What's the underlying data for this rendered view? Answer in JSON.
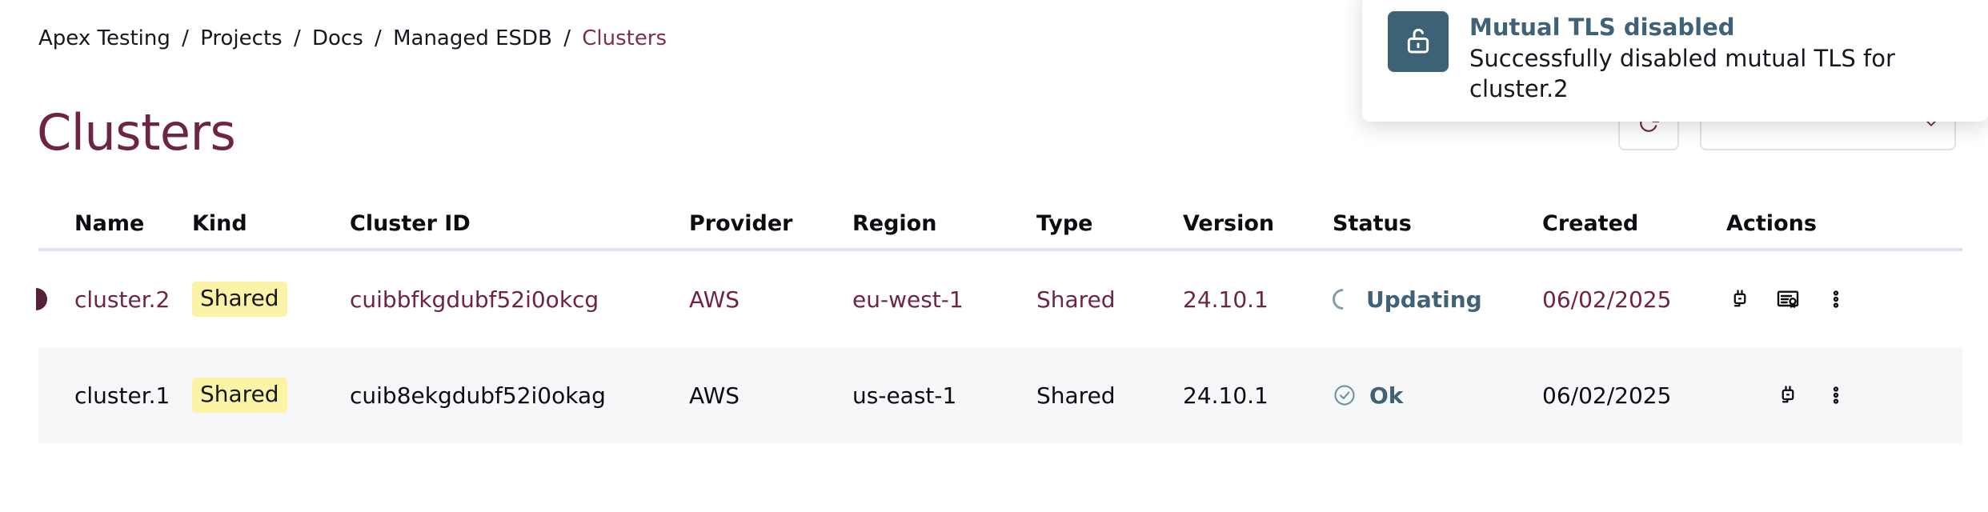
{
  "breadcrumb": {
    "separator": "/",
    "items": [
      {
        "label": "Apex Testing",
        "current": false
      },
      {
        "label": "Projects",
        "current": false
      },
      {
        "label": "Docs",
        "current": false
      },
      {
        "label": "Managed ESDB",
        "current": false
      },
      {
        "label": "Clusters",
        "current": true
      }
    ]
  },
  "page": {
    "title": "Clusters"
  },
  "toolbar": {
    "refresh_label": "",
    "filter_label": ""
  },
  "table": {
    "columns": [
      "Name",
      "Kind",
      "Cluster ID",
      "Provider",
      "Region",
      "Type",
      "Version",
      "Status",
      "Created",
      "Actions"
    ],
    "rows": [
      {
        "name": "cluster.2",
        "kind": "Shared",
        "cluster_id": "cuibbfkgdubf52i0okcg",
        "provider": "AWS",
        "region": "eu-west-1",
        "type": "Shared",
        "version": "24.10.1",
        "status": "Updating",
        "status_icon": "spinner-icon",
        "created": "06/02/2025",
        "highlighted": true,
        "actions": [
          "plug-icon",
          "certificate-icon",
          "more-vertical-icon"
        ]
      },
      {
        "name": "cluster.1",
        "kind": "Shared",
        "cluster_id": "cuib8ekgdubf52i0okag",
        "provider": "AWS",
        "region": "us-east-1",
        "type": "Shared",
        "version": "24.10.1",
        "status": "Ok",
        "status_icon": "check-circle-icon",
        "created": "06/02/2025",
        "highlighted": false,
        "actions": [
          "plug-icon",
          "more-vertical-icon"
        ]
      }
    ]
  },
  "toast": {
    "icon": "unlock-icon",
    "title": "Mutual TLS disabled",
    "message": "Successfully disabled mutual TLS for cluster.2"
  },
  "colors": {
    "accent_maroon": "#6e2545",
    "status_blue": "#3f6277",
    "badge_yellow": "#fbf3a5",
    "row_alt_bg": "#f5f7f9",
    "divider": "#dfe5ec",
    "toast_icon_bg": "#3d6175"
  }
}
